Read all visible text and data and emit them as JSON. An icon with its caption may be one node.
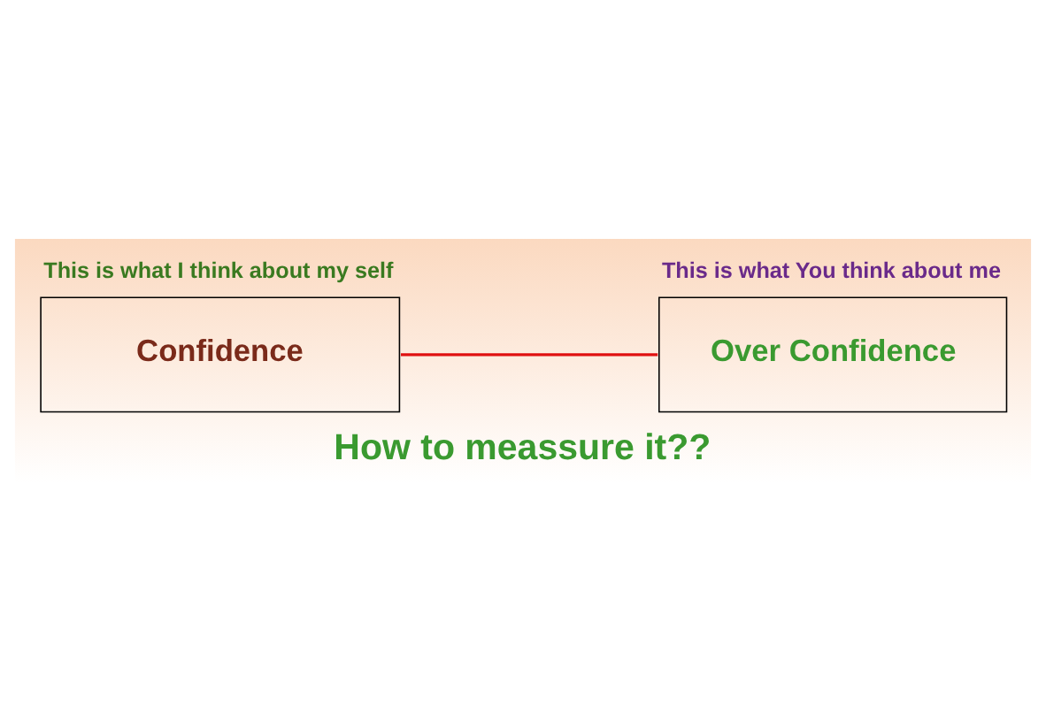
{
  "diagram": {
    "caption": "How to meassure it??",
    "nodes": [
      {
        "text": [
          "This is what I think about my self",
          "Confidence"
        ]
      },
      {
        "text": [
          "This is what You think about me",
          "Over Confidence"
        ]
      }
    ],
    "edges": [
      {
        "from": 0,
        "to": 1,
        "arrow": "none",
        "color": "#e01010"
      }
    ]
  }
}
